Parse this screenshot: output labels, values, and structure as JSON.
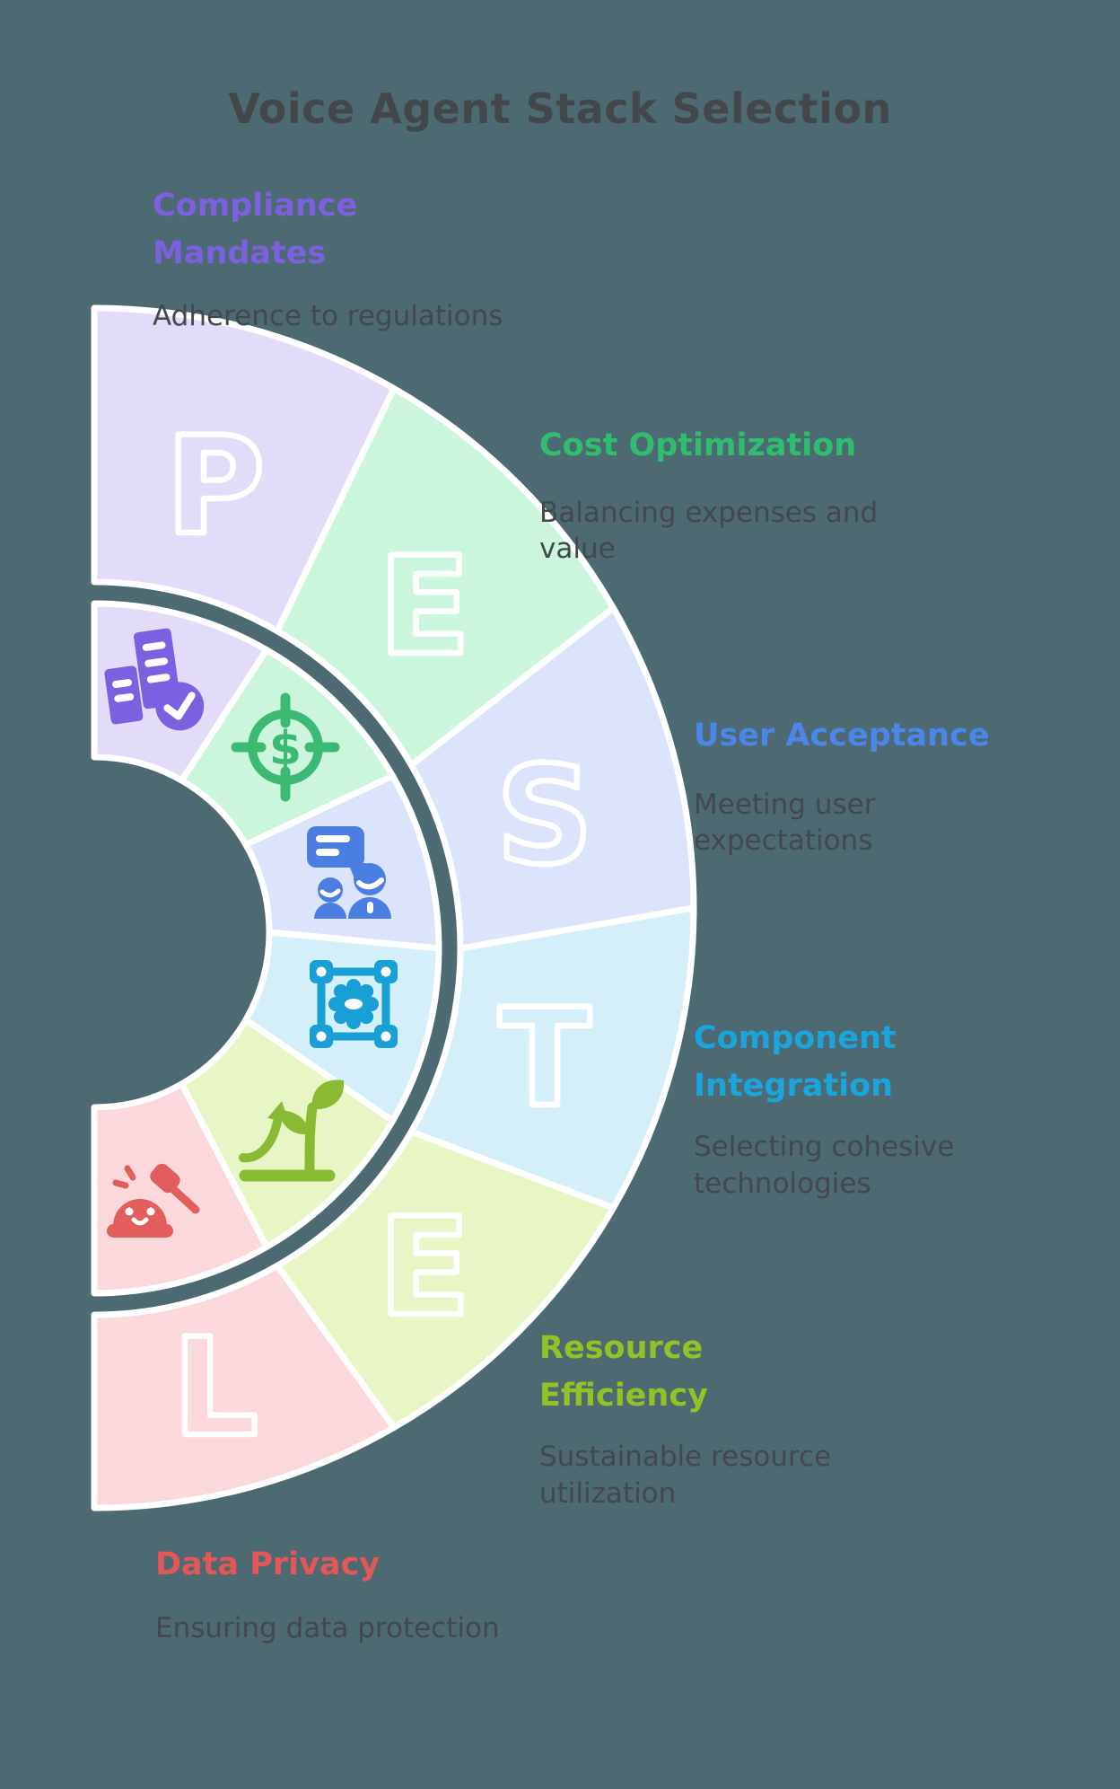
{
  "title": "Voice Agent Stack Selection",
  "colors": {
    "background": "#4d6972",
    "title_text": "#43474b",
    "description_text": "#43484d",
    "segment_border": "#ffffff"
  },
  "icons": {
    "dollar_symbol": "$"
  },
  "segments": [
    {
      "letter": "P",
      "heading": "Compliance Mandates",
      "description": "Adherence to regulations",
      "accent": "#7b61e0",
      "icon_color": "#7b61e0",
      "band_color": "#e3dcf9",
      "icon": "building-check"
    },
    {
      "letter": "E",
      "heading": "Cost Optimization",
      "description": "Balancing expenses and value",
      "accent": "#2fbe70",
      "icon_color": "#3cba74",
      "band_color": "#ccf5de",
      "icon": "dollar-target"
    },
    {
      "letter": "S",
      "heading": "User Acceptance",
      "description": "Meeting user expectations",
      "accent": "#4c86e8",
      "icon_color": "#4a7fe1",
      "band_color": "#dbe4fa",
      "icon": "conversation-users"
    },
    {
      "letter": "T",
      "heading": "Component Integration",
      "description": "Selecting cohesive technologies",
      "accent": "#1ba5dd",
      "icon_color": "#18a0d6",
      "band_color": "#d4eefa",
      "icon": "chip-frame"
    },
    {
      "letter": "E",
      "heading": "Resource Efficiency",
      "description": "Sustainable resource utilization",
      "accent": "#93c226",
      "icon_color": "#8aba33",
      "band_color": "#e8f6c6",
      "icon": "growth-plant"
    },
    {
      "letter": "L",
      "heading": "Data Privacy",
      "description": "Ensuring data protection",
      "accent": "#e35757",
      "icon_color": "#e25d5b",
      "band_color": "#fbd8db",
      "icon": "gavel-mole"
    }
  ]
}
